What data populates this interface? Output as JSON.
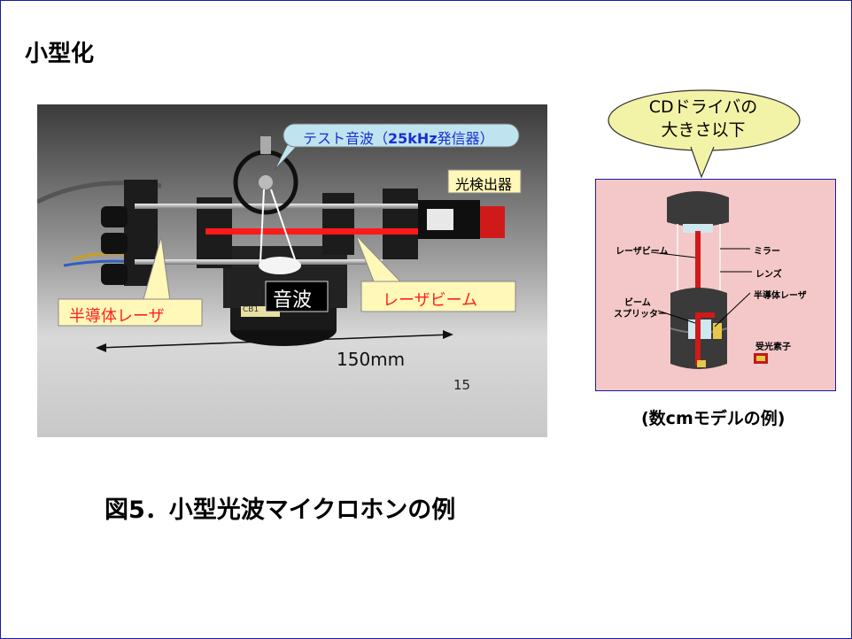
{
  "slide": {
    "title": "小型化",
    "caption": "図5．小型光波マイクロホンの例"
  },
  "photo": {
    "labels": {
      "test_wave": "テスト音波（",
      "test_wave_freq": "25kHz",
      "test_wave_tail": "発信器）",
      "detector": "光検出器",
      "sound_wave": "音波",
      "laser_beam": "レーザビーム",
      "semiconductor_laser": "半導体レーザ",
      "dimension": "150mm",
      "page_number": "15",
      "tag": "CB1"
    },
    "colors": {
      "beam": "#ff1a1a",
      "callout_fill": "#fff8b8",
      "callout_blue": "#bfe4ef",
      "accent_text": "#ff2020",
      "link_blue": "#1a2fd0"
    }
  },
  "bubble": {
    "line1": "CDドライバの",
    "line2": "大きさ以下",
    "fill": "#f3f3a8"
  },
  "model": {
    "labels": {
      "laser_beam": "レーザビーム",
      "mirror": "ミラー",
      "lens": "レンズ",
      "beam_splitter_1": "ビーム",
      "beam_splitter_2": "スプリッター",
      "semiconductor_laser": "半導体レーザ",
      "photodetector": "受光素子"
    },
    "caption": "(数cmモデルの例)"
  }
}
